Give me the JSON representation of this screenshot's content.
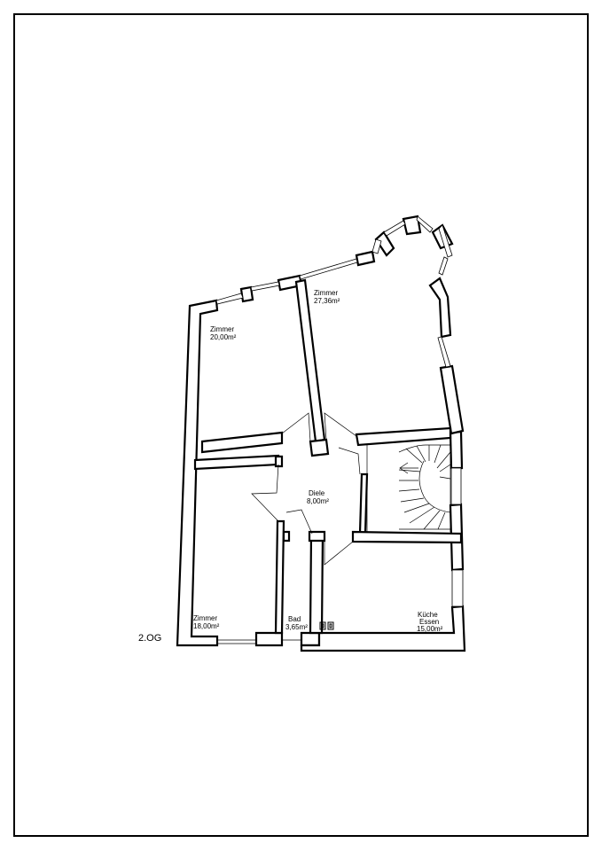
{
  "floor_label": "2.OG",
  "rooms": {
    "zimmer_nw": {
      "name": "Zimmer",
      "area": "20,00m²"
    },
    "zimmer_ne": {
      "name": "Zimmer",
      "area": "27,36m²"
    },
    "diele": {
      "name": "Diele",
      "area": "8,00m²"
    },
    "zimmer_sw": {
      "name": "Zimmer",
      "area": "18,00m²"
    },
    "bad": {
      "name": "Bad",
      "area": "3,65m²"
    },
    "kueche": {
      "name": "Küche",
      "name2": "Essen",
      "area": "15,00m²"
    }
  }
}
